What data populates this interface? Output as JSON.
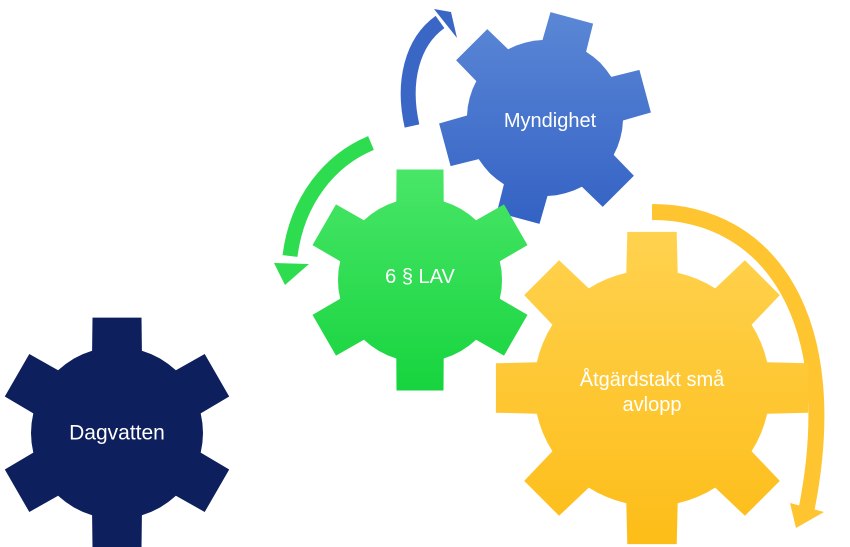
{
  "colors": {
    "dagvatten": "#0d1f5c",
    "lav_light": "#49e668",
    "lav_dark": "#17d43e",
    "myndighet_light": "#5b87d6",
    "myndighet_dark": "#3462c4",
    "atgard_light": "#ffd24f",
    "atgard_dark": "#fdbd18",
    "arrow_blue": "#3a67c6",
    "arrow_green": "#2edc50",
    "arrow_yellow": "#fec530"
  },
  "gears": {
    "dagvatten": {
      "label": "Dagvatten"
    },
    "lav": {
      "label": "6 § LAV"
    },
    "myndighet": {
      "label": "Myndighet"
    },
    "atgard": {
      "label": "Åtgärdstakt små avlopp"
    }
  }
}
